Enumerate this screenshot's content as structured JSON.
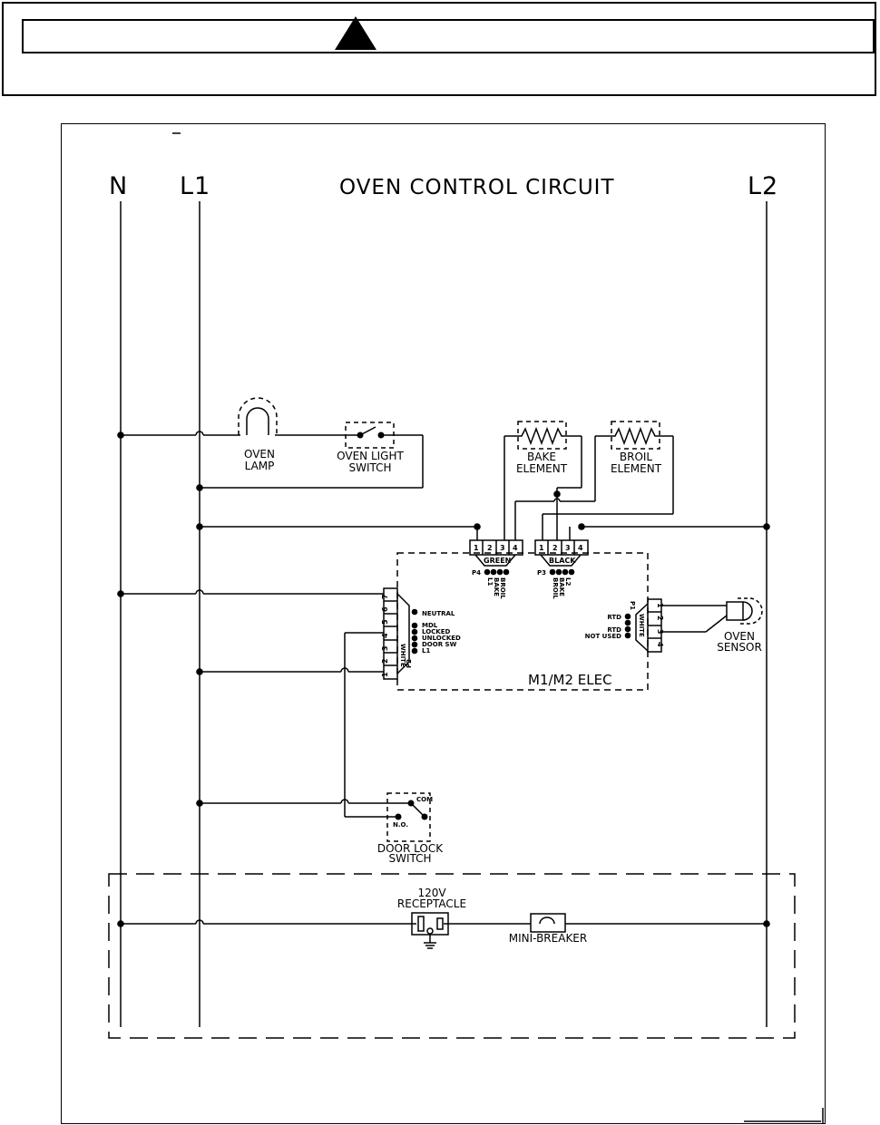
{
  "diagram": {
    "title": "OVEN CONTROL CIRCUIT",
    "rails": {
      "n": "N",
      "l1": "L1",
      "l2": "L2"
    },
    "components": {
      "oven_lamp": [
        "OVEN",
        "LAMP"
      ],
      "oven_light_switch": [
        "OVEN LIGHT",
        "SWITCH"
      ],
      "bake_element": [
        "BAKE",
        "ELEMENT"
      ],
      "broil_element": [
        "BROIL",
        "ELEMENT"
      ],
      "oven_sensor": [
        "OVEN",
        "SENSOR"
      ],
      "door_lock_switch": [
        "DOOR LOCK",
        "SWITCH"
      ],
      "door_lock_com": "COM",
      "door_lock_no": "N.O.",
      "control_board": "M1/M2 ELEC",
      "receptacle": [
        "120V",
        "RECEPTACLE"
      ],
      "mini_breaker": "MINI-BREAKER"
    },
    "connectors": {
      "p4": {
        "id": "P4",
        "color": "GREEN",
        "pins": [
          "1",
          "2",
          "3",
          "4"
        ],
        "labels": [
          "L1",
          "BAKE",
          "BROIL"
        ]
      },
      "p3": {
        "id": "P3",
        "color": "BLACK",
        "pins": [
          "1",
          "2",
          "3",
          "4"
        ],
        "labels": [
          "L2",
          "BAKE",
          "BROIL"
        ]
      },
      "p2": {
        "id": "P2",
        "color": "WHITE",
        "pins": [
          "1",
          "2",
          "3",
          "4",
          "5",
          "6",
          "7"
        ],
        "labels": [
          "NEUTRAL",
          "MDL",
          "LOCKED",
          "UNLOCKED",
          "DOOR SW",
          "L1"
        ]
      },
      "p1": {
        "id": "P1",
        "color": "WHITE",
        "pins": [
          "1",
          "2",
          "3",
          "4"
        ],
        "labels": [
          "RTD",
          "RTD",
          "NOT USED"
        ]
      }
    }
  }
}
